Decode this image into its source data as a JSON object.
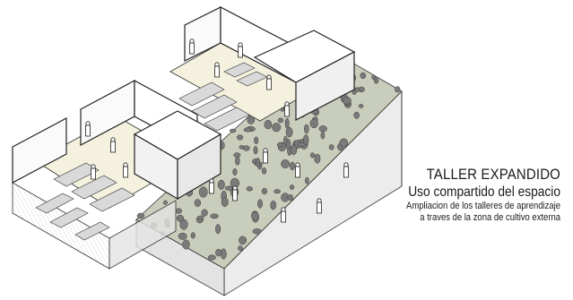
{
  "caption": {
    "title": "TALLER EXPANDIDO",
    "subtitle": "Uso compartido del espacio",
    "line1": "Ampliacion de los talleres de aprendizaje",
    "line2": "a traves de la zona de cultivo externa"
  },
  "colors": {
    "background": "#ffffff",
    "line": "#222222",
    "floor": "#f3f1dc",
    "glass": "#e9e9e9",
    "cultivation": "#c7cbb9",
    "plants": "#7d7d7d"
  }
}
